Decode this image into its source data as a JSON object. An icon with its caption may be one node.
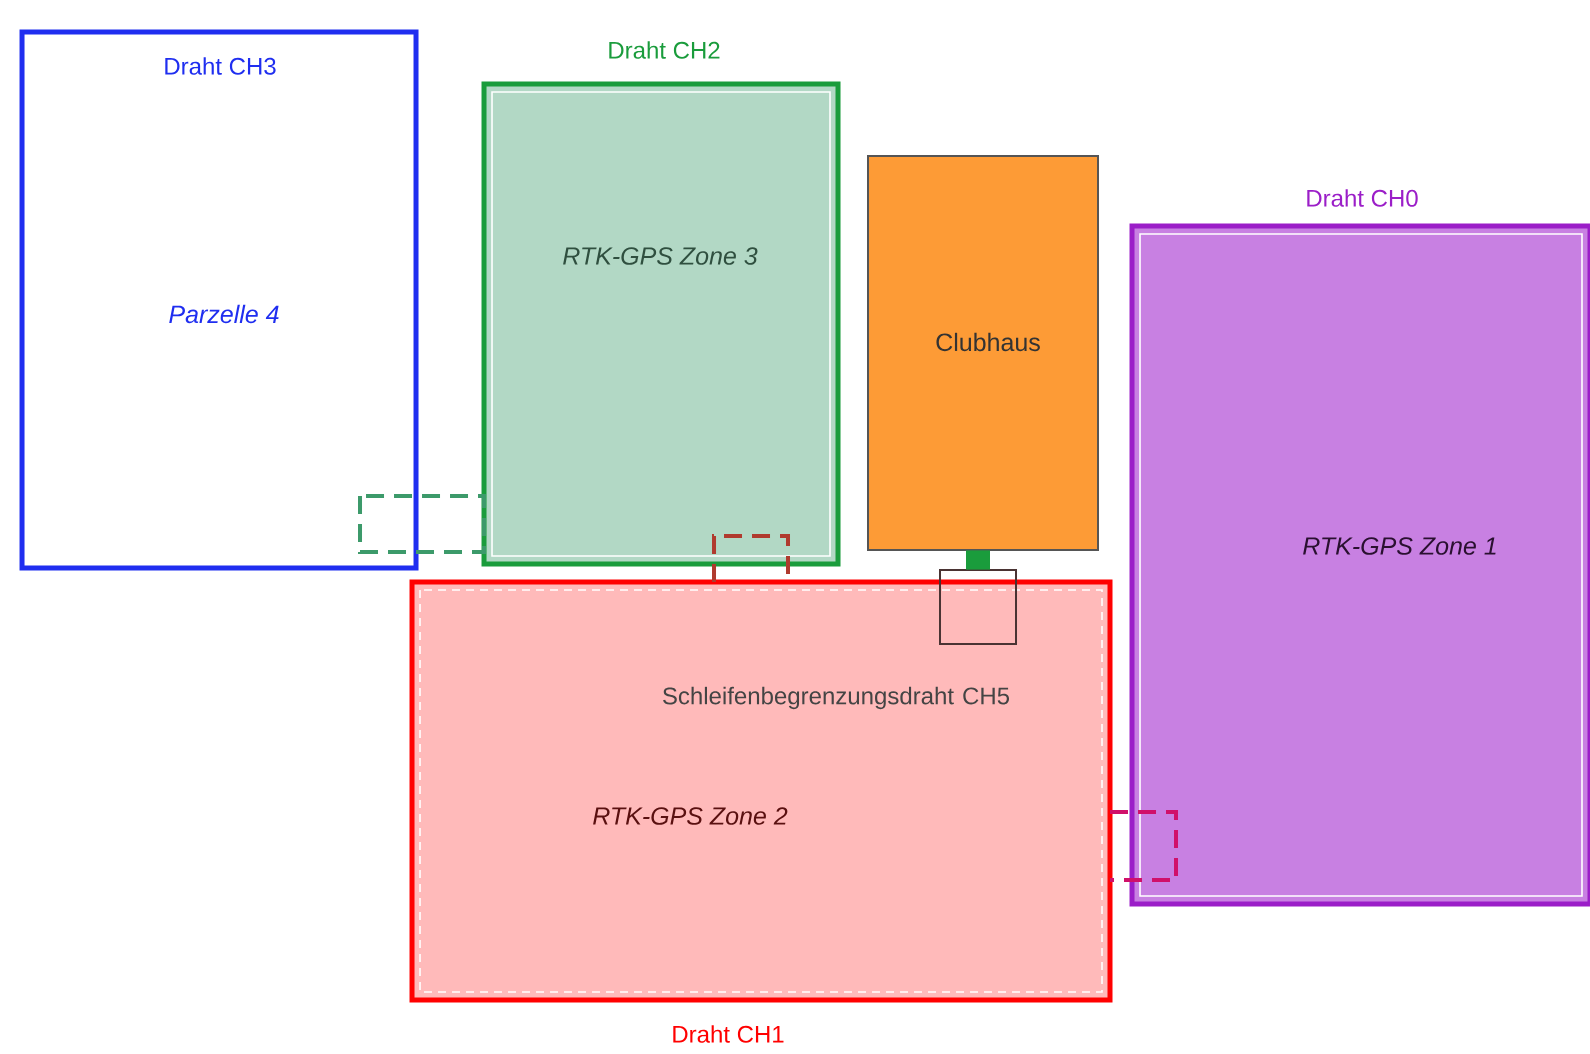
{
  "diagram": {
    "nodes": [
      {
        "text": [
          "Draht CH3",
          "Parzelle 4"
        ]
      },
      {
        "text": [
          "Draht CH2",
          "RTK-GPS Zone 3"
        ]
      },
      {
        "text": [
          "Clubhaus"
        ]
      },
      {
        "text": [
          "Draht CH0",
          "RTK-GPS Zone 1"
        ]
      },
      {
        "text": [
          "RTK-GPS Zone 2",
          "Draht CH1"
        ]
      },
      {
        "text": [],
        "shape": "box"
      }
    ],
    "edges": [
      {
        "from": 2,
        "to": 5,
        "arrow": "none",
        "color": "#1a9c3c"
      }
    ],
    "labels": [
      "Schleifenbegrenzungsdraht CH5"
    ]
  }
}
